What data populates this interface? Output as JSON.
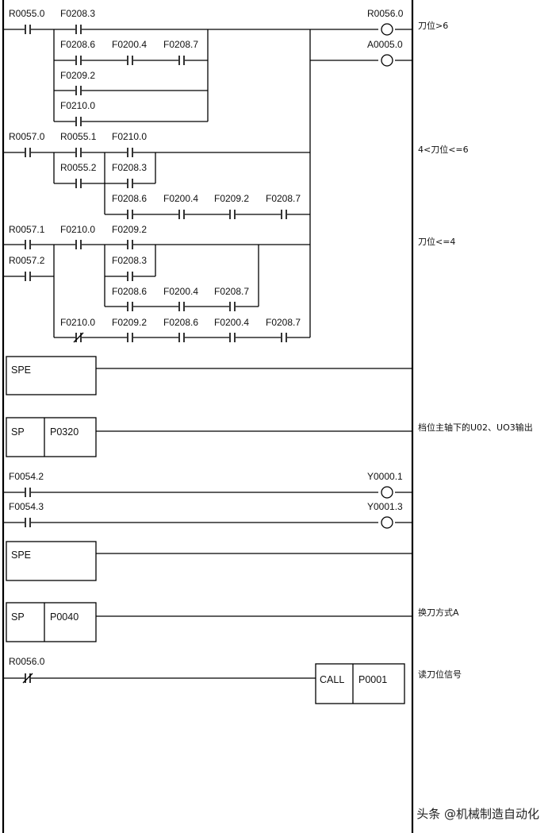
{
  "labels": {
    "r1_c1": "R0055.0",
    "r1_c2": "F0208.3",
    "r1_b1": "F0208.6",
    "r1_b2": "F0200.4",
    "r1_b3": "F0208.7",
    "r1_b4": "F0209.2",
    "r1_b5": "F0210.0",
    "r1_o1": "R0056.0",
    "r1_o2": "A0005.0",
    "r2_c1": "R0057.0",
    "r2_c2": "R0055.1",
    "r2_c3": "F0210.0",
    "r2_b1": "R0055.2",
    "r2_b2": "F0208.3",
    "r2_d1": "F0208.6",
    "r2_d2": "F0200.4",
    "r2_d3": "F0209.2",
    "r2_d4": "F0208.7",
    "r3_c1": "R0057.1",
    "r3_c2": "F0210.0",
    "r3_c3": "F0209.2",
    "r3_b0": "R0057.2",
    "r3_b1": "F0208.3",
    "r3_d1": "F0208.6",
    "r3_d2": "F0200.4",
    "r3_d3": "F0208.7",
    "r3_e1": "F0210.0",
    "r3_e2": "F0209.2",
    "r3_e3": "F0208.6",
    "r3_e4": "F0200.4",
    "r3_e5": "F0208.7",
    "spe1": "SPE",
    "sp1": "SP",
    "p1": "P0320",
    "r4_c1": "F0054.2",
    "r4_o1": "Y0000.1",
    "r5_c1": "F0054.3",
    "r5_o1": "Y0001.3",
    "spe2": "SPE",
    "sp2": "SP",
    "p2": "P0040",
    "r6_c1": "R0056.0",
    "call": "CALL",
    "p3": "P0001"
  },
  "comments": {
    "c1": "刀位>6",
    "c2": "4<刀位<=6",
    "c3": "刀位<=4",
    "c4": "档位主轴下的U02、UO3输出",
    "c5": "换刀方式A",
    "c6": "读刀位信号"
  },
  "watermark": "头条 @机械制造自动化"
}
